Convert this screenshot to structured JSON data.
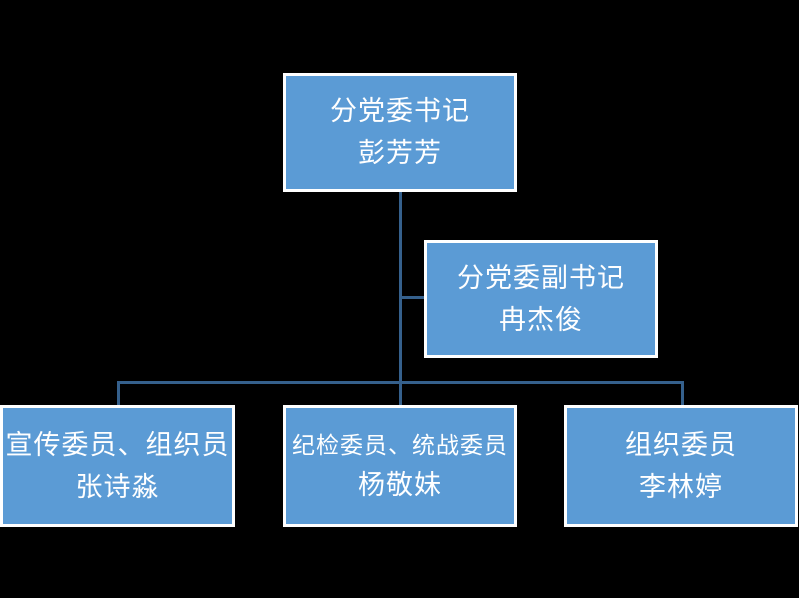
{
  "diagram": {
    "type": "org-chart",
    "background_color": "#000000",
    "node_fill_color": "#5B9BD5",
    "node_border_color": "#FFFFFF",
    "connector_color": "#35608C",
    "text_color": "#FFFFFF"
  },
  "nodes": {
    "secretary": {
      "title": "分党委书记",
      "name": "彭芳芳"
    },
    "deputy": {
      "title": "分党委副书记",
      "name": "冉杰俊"
    },
    "publicity": {
      "title": "宣传委员、组织员",
      "name": "张诗淼"
    },
    "discipline": {
      "title": "纪检委员、统战委员",
      "name": "杨敬妹"
    },
    "organization": {
      "title": "组织委员",
      "name": "李林婷"
    }
  },
  "hierarchy": {
    "root": "secretary",
    "assistant_of_root": "deputy",
    "children_of_root": [
      "publicity",
      "discipline",
      "organization"
    ]
  }
}
